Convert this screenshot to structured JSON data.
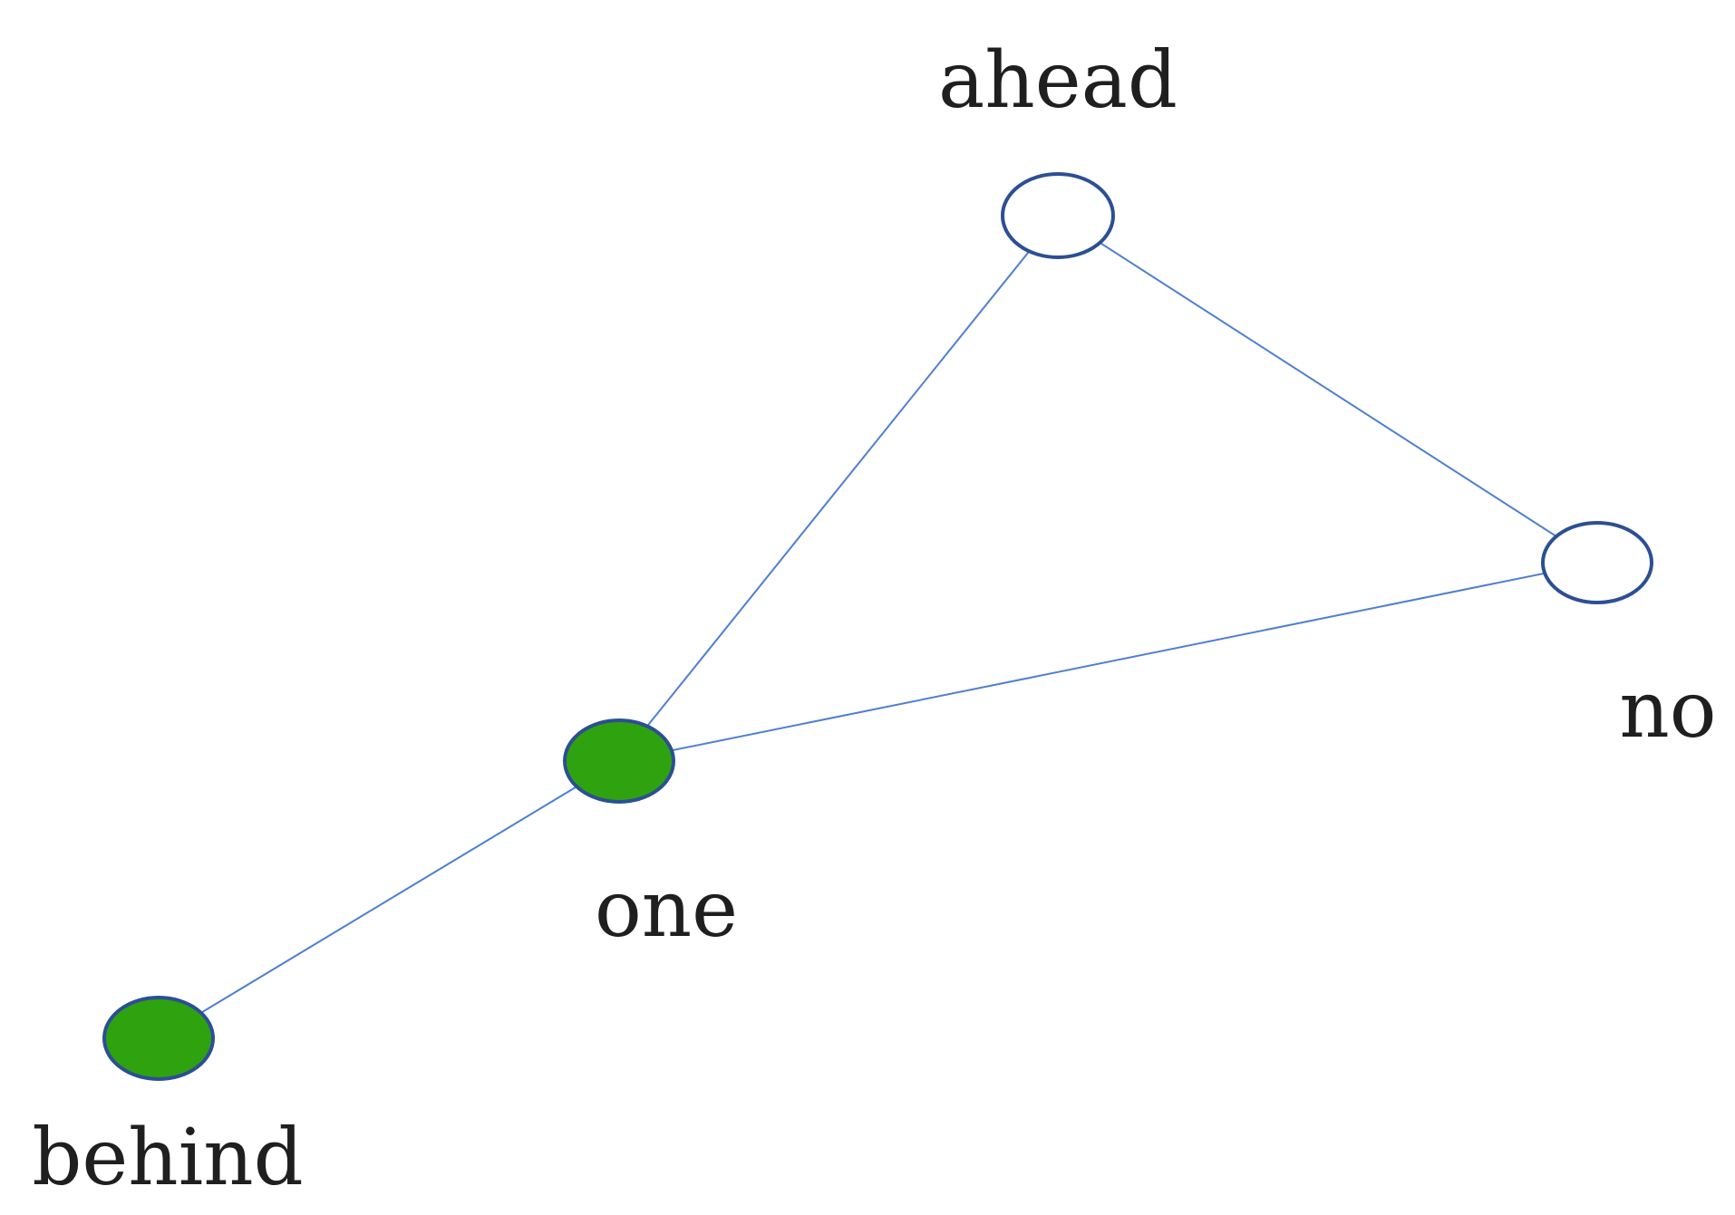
{
  "diagram": {
    "nodes": [
      {
        "id": "ahead",
        "label": "ahead",
        "fill_color": "#ffffff",
        "highlighted": false
      },
      {
        "id": "no",
        "label": "no",
        "fill_color": "#ffffff",
        "highlighted": false
      },
      {
        "id": "one",
        "label": "one",
        "fill_color": "#2fa30f",
        "highlighted": true
      },
      {
        "id": "behind",
        "label": "behind",
        "fill_color": "#2fa30f",
        "highlighted": true
      }
    ],
    "edges": [
      {
        "from": "ahead",
        "to": "one"
      },
      {
        "from": "ahead",
        "to": "no"
      },
      {
        "from": "no",
        "to": "one"
      },
      {
        "from": "one",
        "to": "behind"
      }
    ],
    "colors": {
      "edge": "#4f7fd1",
      "node_outline": "#2c4f94",
      "highlight_fill": "#2fa30f",
      "default_fill": "#ffffff"
    }
  }
}
